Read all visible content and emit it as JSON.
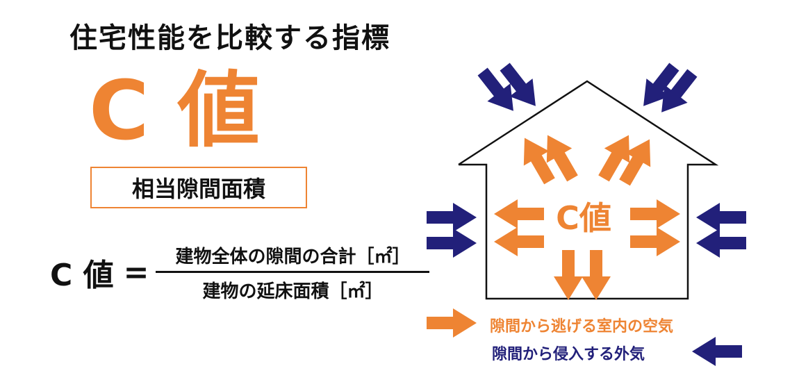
{
  "title": "住宅性能を比較する指標",
  "main_label": "C 値",
  "subtitle": "相当隙間面積",
  "formula": {
    "lhs": "C 値",
    "equals": "=",
    "numerator": "建物全体の隙間の合計［㎡］",
    "denominator": "建物の延床面積［㎡］"
  },
  "house": {
    "center_label": "C値"
  },
  "legend": {
    "outflow_label": "隙間から逃げる室内の空気",
    "inflow_label": "隙間から侵入する外気"
  },
  "colors": {
    "orange": "#ee8433",
    "navy": "#22207a",
    "black": "#111111"
  }
}
